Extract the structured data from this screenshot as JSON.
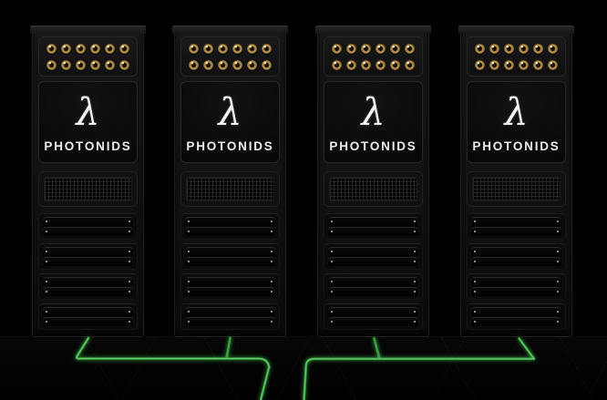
{
  "scene": {
    "background_color": "#000000",
    "cable_color": "#38a23f",
    "cable_highlight_color": "#8fe293",
    "port_gold_color": "#c5a15c",
    "rack_count": 4
  },
  "racks": [
    {
      "logo_symbol": "λ",
      "brand": "PHOTONIDS"
    },
    {
      "logo_symbol": "λ",
      "brand": "PHOTONIDS"
    },
    {
      "logo_symbol": "λ",
      "brand": "PHOTONIDS"
    },
    {
      "logo_symbol": "λ",
      "brand": "PHOTONIDS"
    }
  ],
  "rack_spec": {
    "port_rows": 2,
    "ports_per_row": 6,
    "bay_count": 4,
    "slats_per_bay": 2
  }
}
